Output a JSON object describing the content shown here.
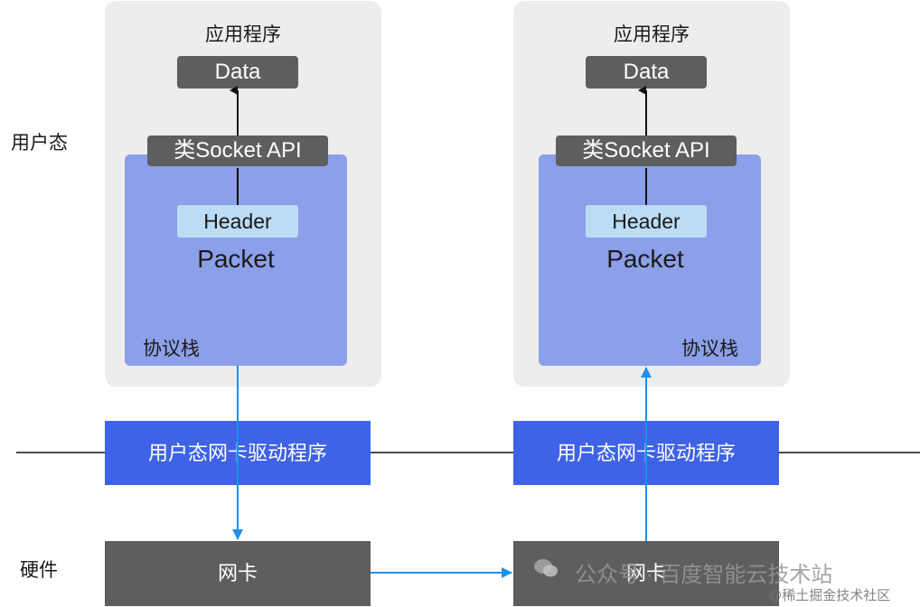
{
  "labels": {
    "user_mode": "用户态",
    "hardware": "硬件"
  },
  "left_host": {
    "app_title": "应用程序",
    "data": "Data",
    "socket_api": "类Socket API",
    "header": "Header",
    "packet": "Packet",
    "stack_label": "协议栈",
    "driver": "用户态网卡驱动程序",
    "nic": "网卡"
  },
  "right_host": {
    "app_title": "应用程序",
    "data": "Data",
    "socket_api": "类Socket API",
    "header": "Header",
    "packet": "Packet",
    "stack_label": "协议栈",
    "driver": "用户态网卡驱动程序",
    "nic": "网卡"
  },
  "watermark": {
    "line1": "公众号 · 百度智能云技术站",
    "line2": "@稀土掘金技术社区"
  },
  "colors": {
    "panel": "#ededed",
    "dark_box": "#5e5e5e",
    "stack": "#8c9fe9",
    "header": "#bcdcf6",
    "driver": "#3f63e6",
    "arrow_blue": "#1e90e8"
  }
}
